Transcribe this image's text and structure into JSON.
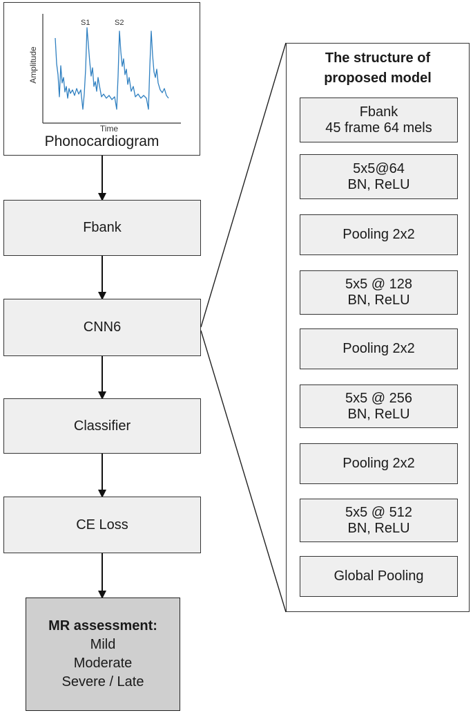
{
  "pcg": {
    "ylabel": "Amplitude",
    "xlabel": "Time",
    "peak1": "S1",
    "peak2": "S2",
    "caption": "Phonocardiogram",
    "line_color": "#2e7fc0"
  },
  "pipeline": {
    "fbank": "Fbank",
    "cnn": "CNN6",
    "classifier": "Classifier",
    "loss": "CE Loss"
  },
  "output": {
    "title": "MR assessment:",
    "classes": [
      "Mild",
      "Moderate",
      "Severe / Late"
    ]
  },
  "model": {
    "title_line1": "The structure of",
    "title_line2": "proposed model",
    "layers": [
      {
        "line1": "Fbank",
        "line2": "45 frame 64 mels"
      },
      {
        "line1": "5x5@64",
        "line2": "BN, ReLU"
      },
      {
        "line1": "Pooling 2x2",
        "line2": ""
      },
      {
        "line1": "5x5 @ 128",
        "line2": "BN, ReLU"
      },
      {
        "line1": "Pooling 2x2",
        "line2": ""
      },
      {
        "line1": "5x5 @ 256",
        "line2": "BN, ReLU"
      },
      {
        "line1": "Pooling 2x2",
        "line2": ""
      },
      {
        "line1": "5x5 @ 512",
        "line2": "BN, ReLU"
      },
      {
        "line1": "Global Pooling",
        "line2": ""
      }
    ]
  },
  "colors": {
    "box_fill": "#efefef",
    "output_fill": "#cfcfcf",
    "stroke": "#333333"
  }
}
